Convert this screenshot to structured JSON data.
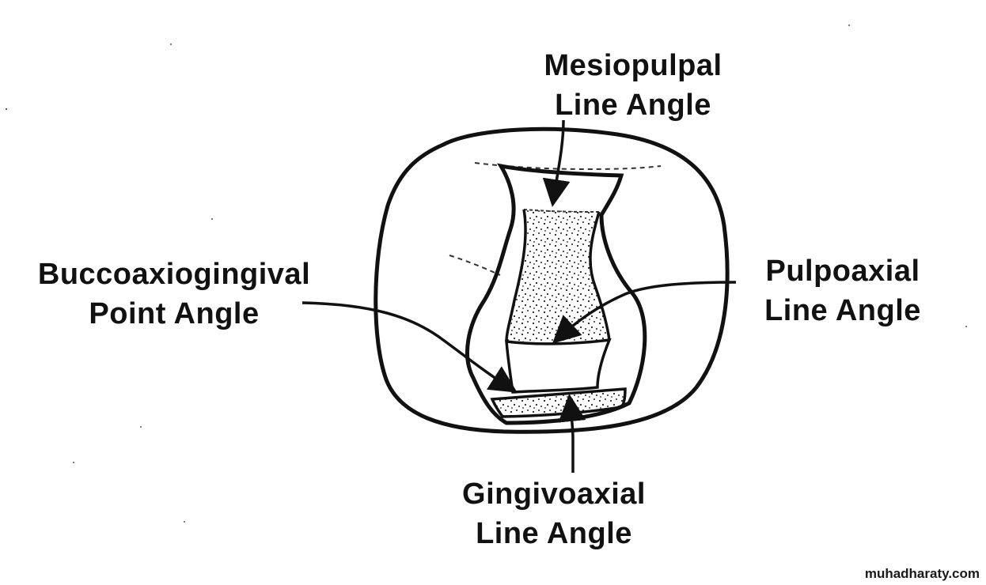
{
  "labels": {
    "mesiopulpal": {
      "line1": "Mesiopulpal",
      "line2": "Line Angle"
    },
    "buccoaxiogingival": {
      "line1": "Buccoaxiogingival",
      "line2": "Point Angle"
    },
    "pulpoaxial": {
      "line1": "Pulpoaxial",
      "line2": "Line Angle"
    },
    "gingivoaxial": {
      "line1": "Gingivoaxial",
      "line2": "Line Angle"
    }
  },
  "watermark": "muhadharaty.com",
  "colors": {
    "ink": "#111111",
    "background": "#ffffff"
  }
}
